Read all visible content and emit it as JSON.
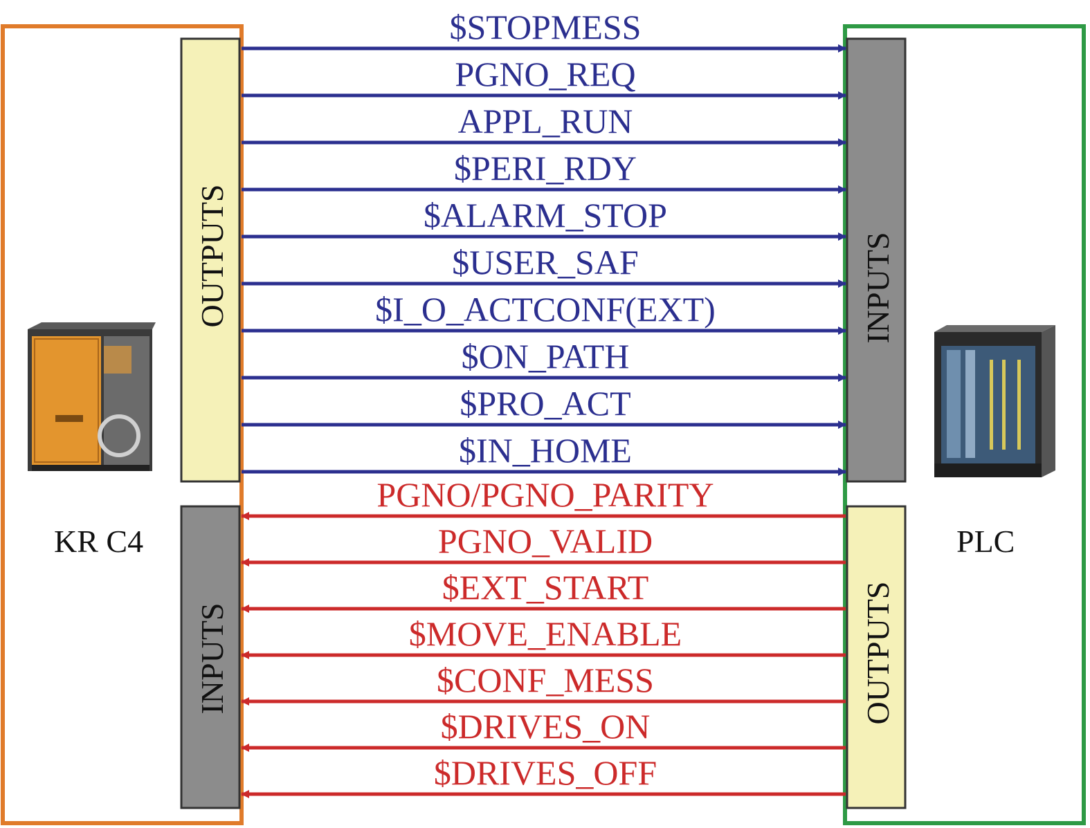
{
  "left_device": {
    "label": "KR C4",
    "icon": "kuka-controller-cabinet-icon"
  },
  "right_device": {
    "label": "PLC",
    "icon": "plc-rack-icon"
  },
  "left_outputs_label": "OUTPUTS",
  "left_inputs_label": "INPUTS",
  "right_inputs_label": "INPUTS",
  "right_outputs_label": "OUTPUTS",
  "colors": {
    "kr_c4_border": "#e07b2a",
    "plc_border": "#2e9a45",
    "robot_to_plc_signal": "#2b2f8f",
    "plc_to_robot_signal": "#cc2a2a",
    "outputs_block": "#f5f1b8",
    "inputs_block": "#8c8c8c"
  },
  "robot_to_plc_signals": [
    "$STOPMESS",
    "PGNO_REQ",
    "APPL_RUN",
    "$PERI_RDY",
    "$ALARM_STOP",
    "$USER_SAF",
    "$I_O_ACTCONF(EXT)",
    "$ON_PATH",
    "$PRO_ACT",
    "$IN_HOME"
  ],
  "plc_to_robot_signals": [
    "PGNO/PGNO_PARITY",
    "PGNO_VALID",
    "$EXT_START",
    "$MOVE_ENABLE",
    "$CONF_MESS",
    "$DRIVES_ON",
    "$DRIVES_OFF"
  ]
}
